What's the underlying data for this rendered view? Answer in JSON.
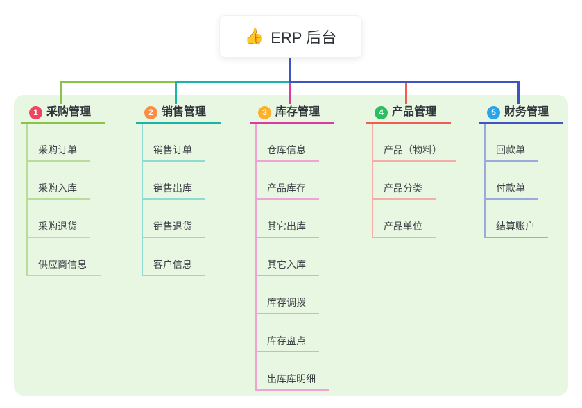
{
  "root": {
    "icon": "👍",
    "label": "ERP 后台"
  },
  "colors": {
    "canvas_bg": "#ffffff",
    "panel_bg": "#e8f7e1",
    "root_box_bg": "#ffffff",
    "root_connector": "#4053c2",
    "text_primary": "#2f333a",
    "text_child": "#3c4046",
    "thumb_icon": "#edbf35"
  },
  "branches": [
    {
      "number": "1",
      "label": "采购管理",
      "badge_color": "#f0445e",
      "line_color": "#8bc34a",
      "child_line_color": "#b9dc9a",
      "children": [
        "采购订单",
        "采购入库",
        "采购退货",
        "供应商信息"
      ]
    },
    {
      "number": "2",
      "label": "销售管理",
      "badge_color": "#fb8d44",
      "line_color": "#1ab5a5",
      "child_line_color": "#90dbd1",
      "children": [
        "销售订单",
        "销售出库",
        "销售退货",
        "客户信息"
      ]
    },
    {
      "number": "3",
      "label": "库存管理",
      "badge_color": "#ffb02a",
      "line_color": "#d93c9e",
      "child_line_color": "#f0a2d2",
      "children": [
        "仓库信息",
        "产品库存",
        "其它出库",
        "其它入库",
        "库存调拨",
        "库存盘点",
        "出库库明细"
      ]
    },
    {
      "number": "4",
      "label": "产品管理",
      "badge_color": "#2dbe60",
      "line_color": "#f25a54",
      "child_line_color": "#f6aca8",
      "children": [
        "产品（物料）",
        "产品分类",
        "产品单位"
      ]
    },
    {
      "number": "5",
      "label": "财务管理",
      "badge_color": "#2aa3e9",
      "line_color": "#4053c2",
      "child_line_color": "#9aaade",
      "children": [
        "回款单",
        "付款单",
        "结算账户"
      ]
    }
  ]
}
